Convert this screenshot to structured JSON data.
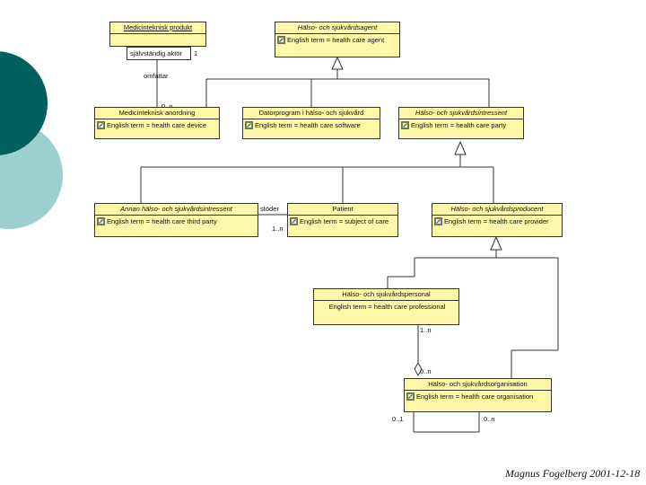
{
  "colors": {
    "class_fill": "#fff7a8",
    "teal_dark": "#005f5f",
    "teal_light": "#9ccfd0",
    "line": "#333333"
  },
  "icon": "document-edit-icon",
  "classes": {
    "medicinteknisk_produkt": {
      "name": "Medicinteknisk produkt"
    },
    "halso_sjukvardsagent": {
      "name": "Hälso- och sjukvårdsagent",
      "term": "English term = health care agent"
    },
    "medicinteknisk_anordning": {
      "name": "Medicinteknisk anordning",
      "term": "English term = health care device"
    },
    "datorprogram": {
      "name": "Datorprogram i hälso- och sjukvård",
      "term": "English term = health care software"
    },
    "halso_sjukvardsintressent": {
      "name": "Hälso- och sjukvårdsintressent",
      "term": "English term = health care party"
    },
    "annan_intressent": {
      "name": "Annan hälso- och sjukvårdsintressent",
      "term": "English term = health care third party"
    },
    "patient": {
      "name": "Patient",
      "term": "English term = subject of care"
    },
    "halso_sjukvardsproducent": {
      "name": "Hälso- och sjukvårdsproducent",
      "term": "English term = health care provider"
    },
    "halso_sjukvardspersonal": {
      "name": "Hälso- och sjukvårdspersonal",
      "term": "English term = health care professional"
    },
    "halso_sjukvardsorganisation": {
      "name": "Hälso- och sjukvårdsorganisation",
      "term": "English term = health care organisation"
    }
  },
  "qualifier": {
    "label": "självständig aktör",
    "multiplicity": "1"
  },
  "associations": {
    "omfattar": "omfattar",
    "omfattar_mult": "0..n",
    "stoder": "stöder",
    "stoder_mult": "1..n",
    "personal_mult_top": "1..n",
    "personal_mult_bottom": "0..n",
    "self_mult_left": "0..1",
    "self_mult_right": "0..n"
  },
  "footer": "Magnus Fogelberg 2001-12-18"
}
